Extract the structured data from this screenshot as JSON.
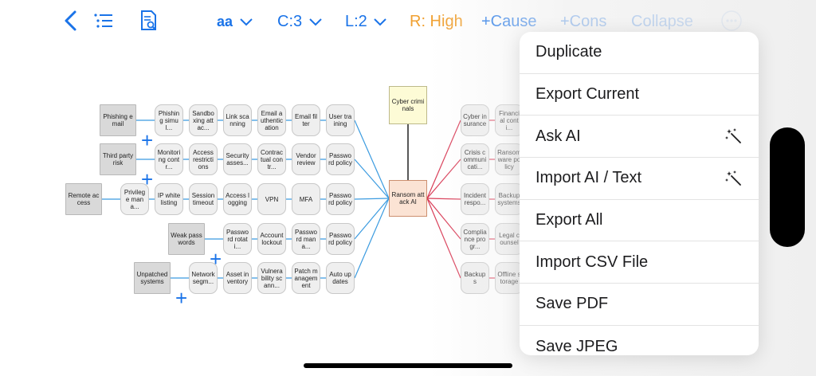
{
  "toolbar": {
    "font_size_label": "aa",
    "cause_level_label": "C:3",
    "level_label": "L:2",
    "risk_label": "R: High",
    "add_cause_label": "+Cause",
    "add_cons_label": "+Cons",
    "collapse_label": "Collapse"
  },
  "diagram": {
    "center": "Ransom attack AI",
    "top_cause": "Cyber criminals",
    "causes": [
      {
        "label": "Phishing email",
        "chain": [
          "Phishing simul...",
          "Sandboxing attac...",
          "Link scanning",
          "Email authentication",
          "Email filter",
          "User training"
        ]
      },
      {
        "label": "Third party risk",
        "chain": [
          "Monitoring contr...",
          "Access restrictions",
          "Security asses...",
          "Contractual contr...",
          "Vendor review",
          "Password policy"
        ]
      },
      {
        "label": "Remote access",
        "chain": [
          "Privilege mana...",
          "IP whitelisting",
          "Session timeout",
          "Access logging",
          "VPN",
          "MFA",
          "Password policy"
        ]
      },
      {
        "label": "Weak passwords",
        "chain": [
          "Password rotati...",
          "Account lockout",
          "Password mana...",
          "Password policy"
        ]
      },
      {
        "label": "Unpatched systems",
        "chain": [
          "Network segm...",
          "Asset inventory",
          "Vulnerability scann...",
          "Patch management",
          "Auto updates"
        ]
      }
    ],
    "consequences": [
      {
        "label": "Cyber insurance",
        "next": "Financial conti..."
      },
      {
        "label": "Crisis communicati...",
        "next": "Ransomware policy"
      },
      {
        "label": "Incident respo...",
        "next": "Backup systems"
      },
      {
        "label": "Compliance progr...",
        "next": "Legal counsel"
      },
      {
        "label": "Backups",
        "next": "Offline storage"
      }
    ]
  },
  "menu": {
    "items": [
      {
        "label": "Duplicate",
        "icon": ""
      },
      {
        "label": "Export Current",
        "icon": ""
      },
      {
        "label": "Ask AI",
        "icon": "sparkle-wand-icon"
      },
      {
        "label": "Import AI / Text",
        "icon": "sparkle-wand-icon"
      },
      {
        "label": "Export All",
        "icon": ""
      },
      {
        "label": "Import CSV File",
        "icon": ""
      },
      {
        "label": "Save PDF",
        "icon": ""
      },
      {
        "label": "Save JPEG",
        "icon": ""
      }
    ]
  },
  "colors": {
    "accent": "#1a73e8",
    "risk_high": "#f0a030",
    "cause_line": "#3b9be0",
    "consequence_line": "#d93a55",
    "center_fill": "#fbe3d4"
  }
}
